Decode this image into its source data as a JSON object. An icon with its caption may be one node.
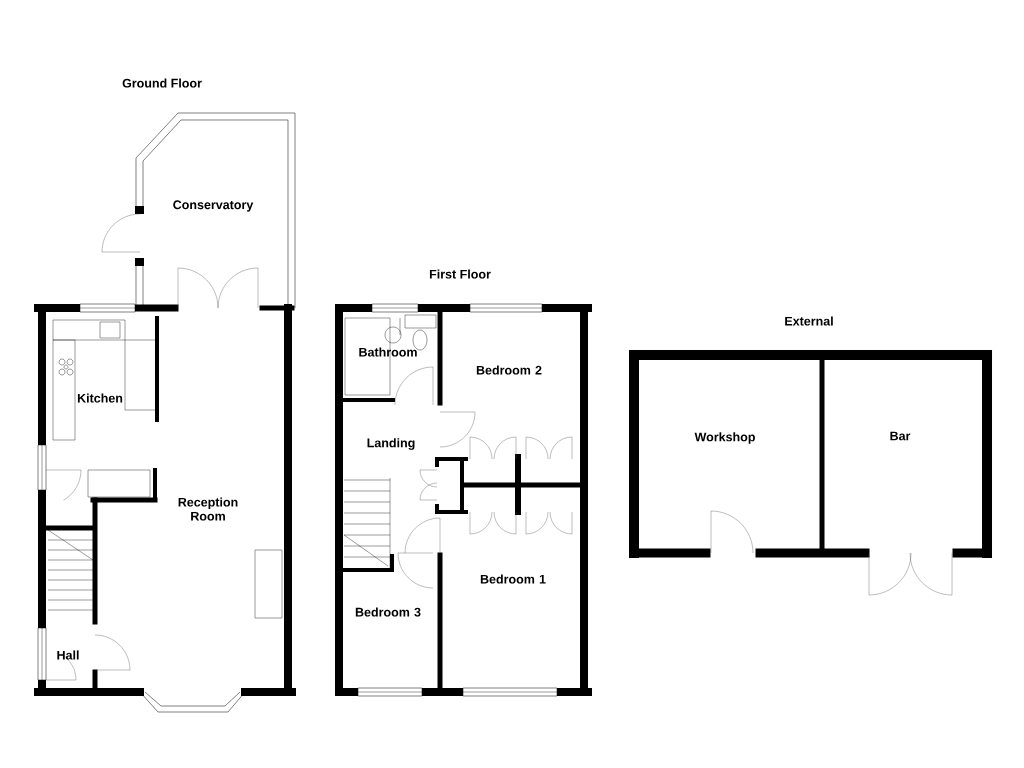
{
  "diagram": {
    "nodes": [
      {
        "text": [
          "Conservatory"
        ]
      },
      {
        "text": [
          "Kitchen"
        ]
      },
      {
        "text": [
          "Reception Room"
        ]
      },
      {
        "text": [
          "Hall"
        ]
      },
      {
        "text": [
          "Bathroom"
        ]
      },
      {
        "text": [
          "Bedroom 2"
        ]
      },
      {
        "text": [
          "Landing"
        ]
      },
      {
        "text": [
          "Bedroom 1"
        ]
      },
      {
        "text": [
          "Bedroom 3"
        ]
      },
      {
        "text": [
          "Workshop"
        ]
      },
      {
        "text": [
          "Bar"
        ]
      }
    ],
    "labels": [
      "Ground Floor",
      "First Floor",
      "External"
    ]
  }
}
